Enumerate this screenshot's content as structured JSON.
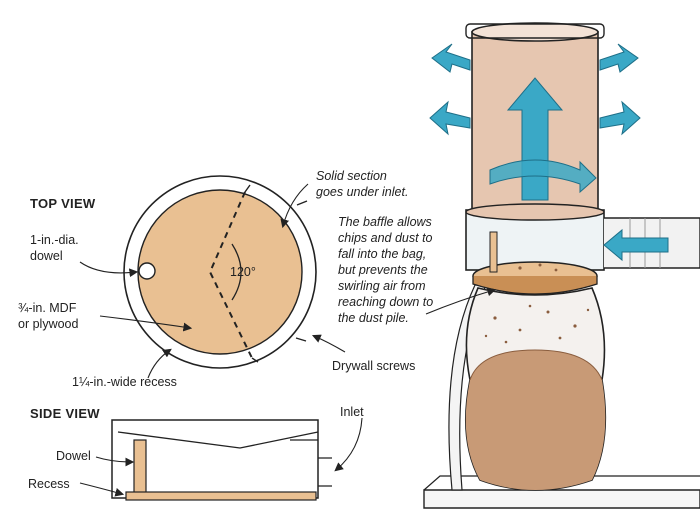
{
  "top_view": {
    "heading": "TOP VIEW",
    "dowel_label": "1-in.-dia.\ndowel",
    "mdf_label": "¾-in. MDF\nor plywood",
    "recess_label": "1¼-in.-wide recess",
    "angle_label": "120°"
  },
  "side_view": {
    "heading": "SIDE VIEW",
    "dowel_label": "Dowel",
    "recess_label": "Recess",
    "inlet_label": "Inlet"
  },
  "callouts": {
    "solid_section": "Solid section\ngoes under inlet.",
    "baffle_note": "The baffle allows\nchips and dust to\nfall into the bag,\nbut prevents the\nswirling air from\nreaching down to\nthe dust pile.",
    "drywall_screws": "Drywall screws"
  },
  "colors": {
    "wood": "#e9c092",
    "wood_dark": "#c98f55",
    "air_arrow": "#3aa8c6",
    "dust": "#b9805a",
    "outline": "#222222"
  }
}
